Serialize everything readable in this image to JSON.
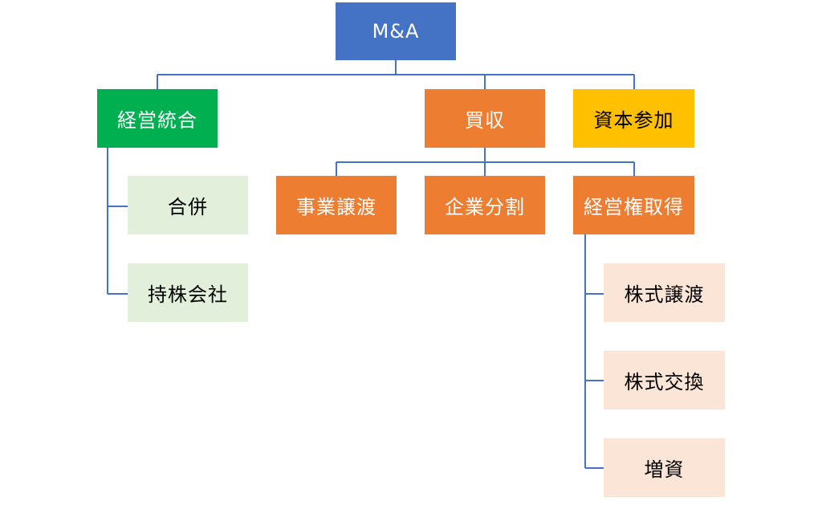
{
  "root": {
    "label": "M&A"
  },
  "level1": {
    "merger_integration": "経営統合",
    "acquisition": "買収",
    "capital_participation": "資本参加"
  },
  "merger_children": [
    "合併",
    "持株会社"
  ],
  "acquisition_children": [
    "事業譲渡",
    "企業分割",
    "経営権取得"
  ],
  "control_children": [
    "株式譲渡",
    "株式交換",
    "増資"
  ],
  "colors": {
    "root": "#4472c4",
    "merger_integration": "#00b050",
    "acquisition": "#ed7d31",
    "capital_participation": "#ffc000",
    "merger_children": "#e2efda",
    "acquisition_children": "#ed7d31",
    "control_children": "#fbe5d6",
    "connector": "#4472c4"
  }
}
